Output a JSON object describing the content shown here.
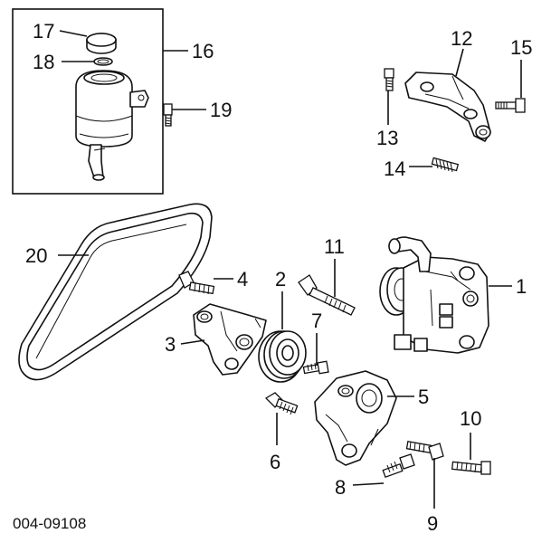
{
  "diagram": {
    "code": "004-09108",
    "callouts": [
      {
        "id": "1",
        "label": "1"
      },
      {
        "id": "2",
        "label": "2"
      },
      {
        "id": "3",
        "label": "3"
      },
      {
        "id": "4",
        "label": "4"
      },
      {
        "id": "5",
        "label": "5"
      },
      {
        "id": "6",
        "label": "6"
      },
      {
        "id": "7",
        "label": "7"
      },
      {
        "id": "8",
        "label": "8"
      },
      {
        "id": "9",
        "label": "9"
      },
      {
        "id": "10",
        "label": "10"
      },
      {
        "id": "11",
        "label": "11"
      },
      {
        "id": "12",
        "label": "12"
      },
      {
        "id": "13",
        "label": "13"
      },
      {
        "id": "14",
        "label": "14"
      },
      {
        "id": "15",
        "label": "15"
      },
      {
        "id": "16",
        "label": "16"
      },
      {
        "id": "17",
        "label": "17"
      },
      {
        "id": "18",
        "label": "18"
      },
      {
        "id": "19",
        "label": "19"
      },
      {
        "id": "20",
        "label": "20"
      }
    ]
  }
}
